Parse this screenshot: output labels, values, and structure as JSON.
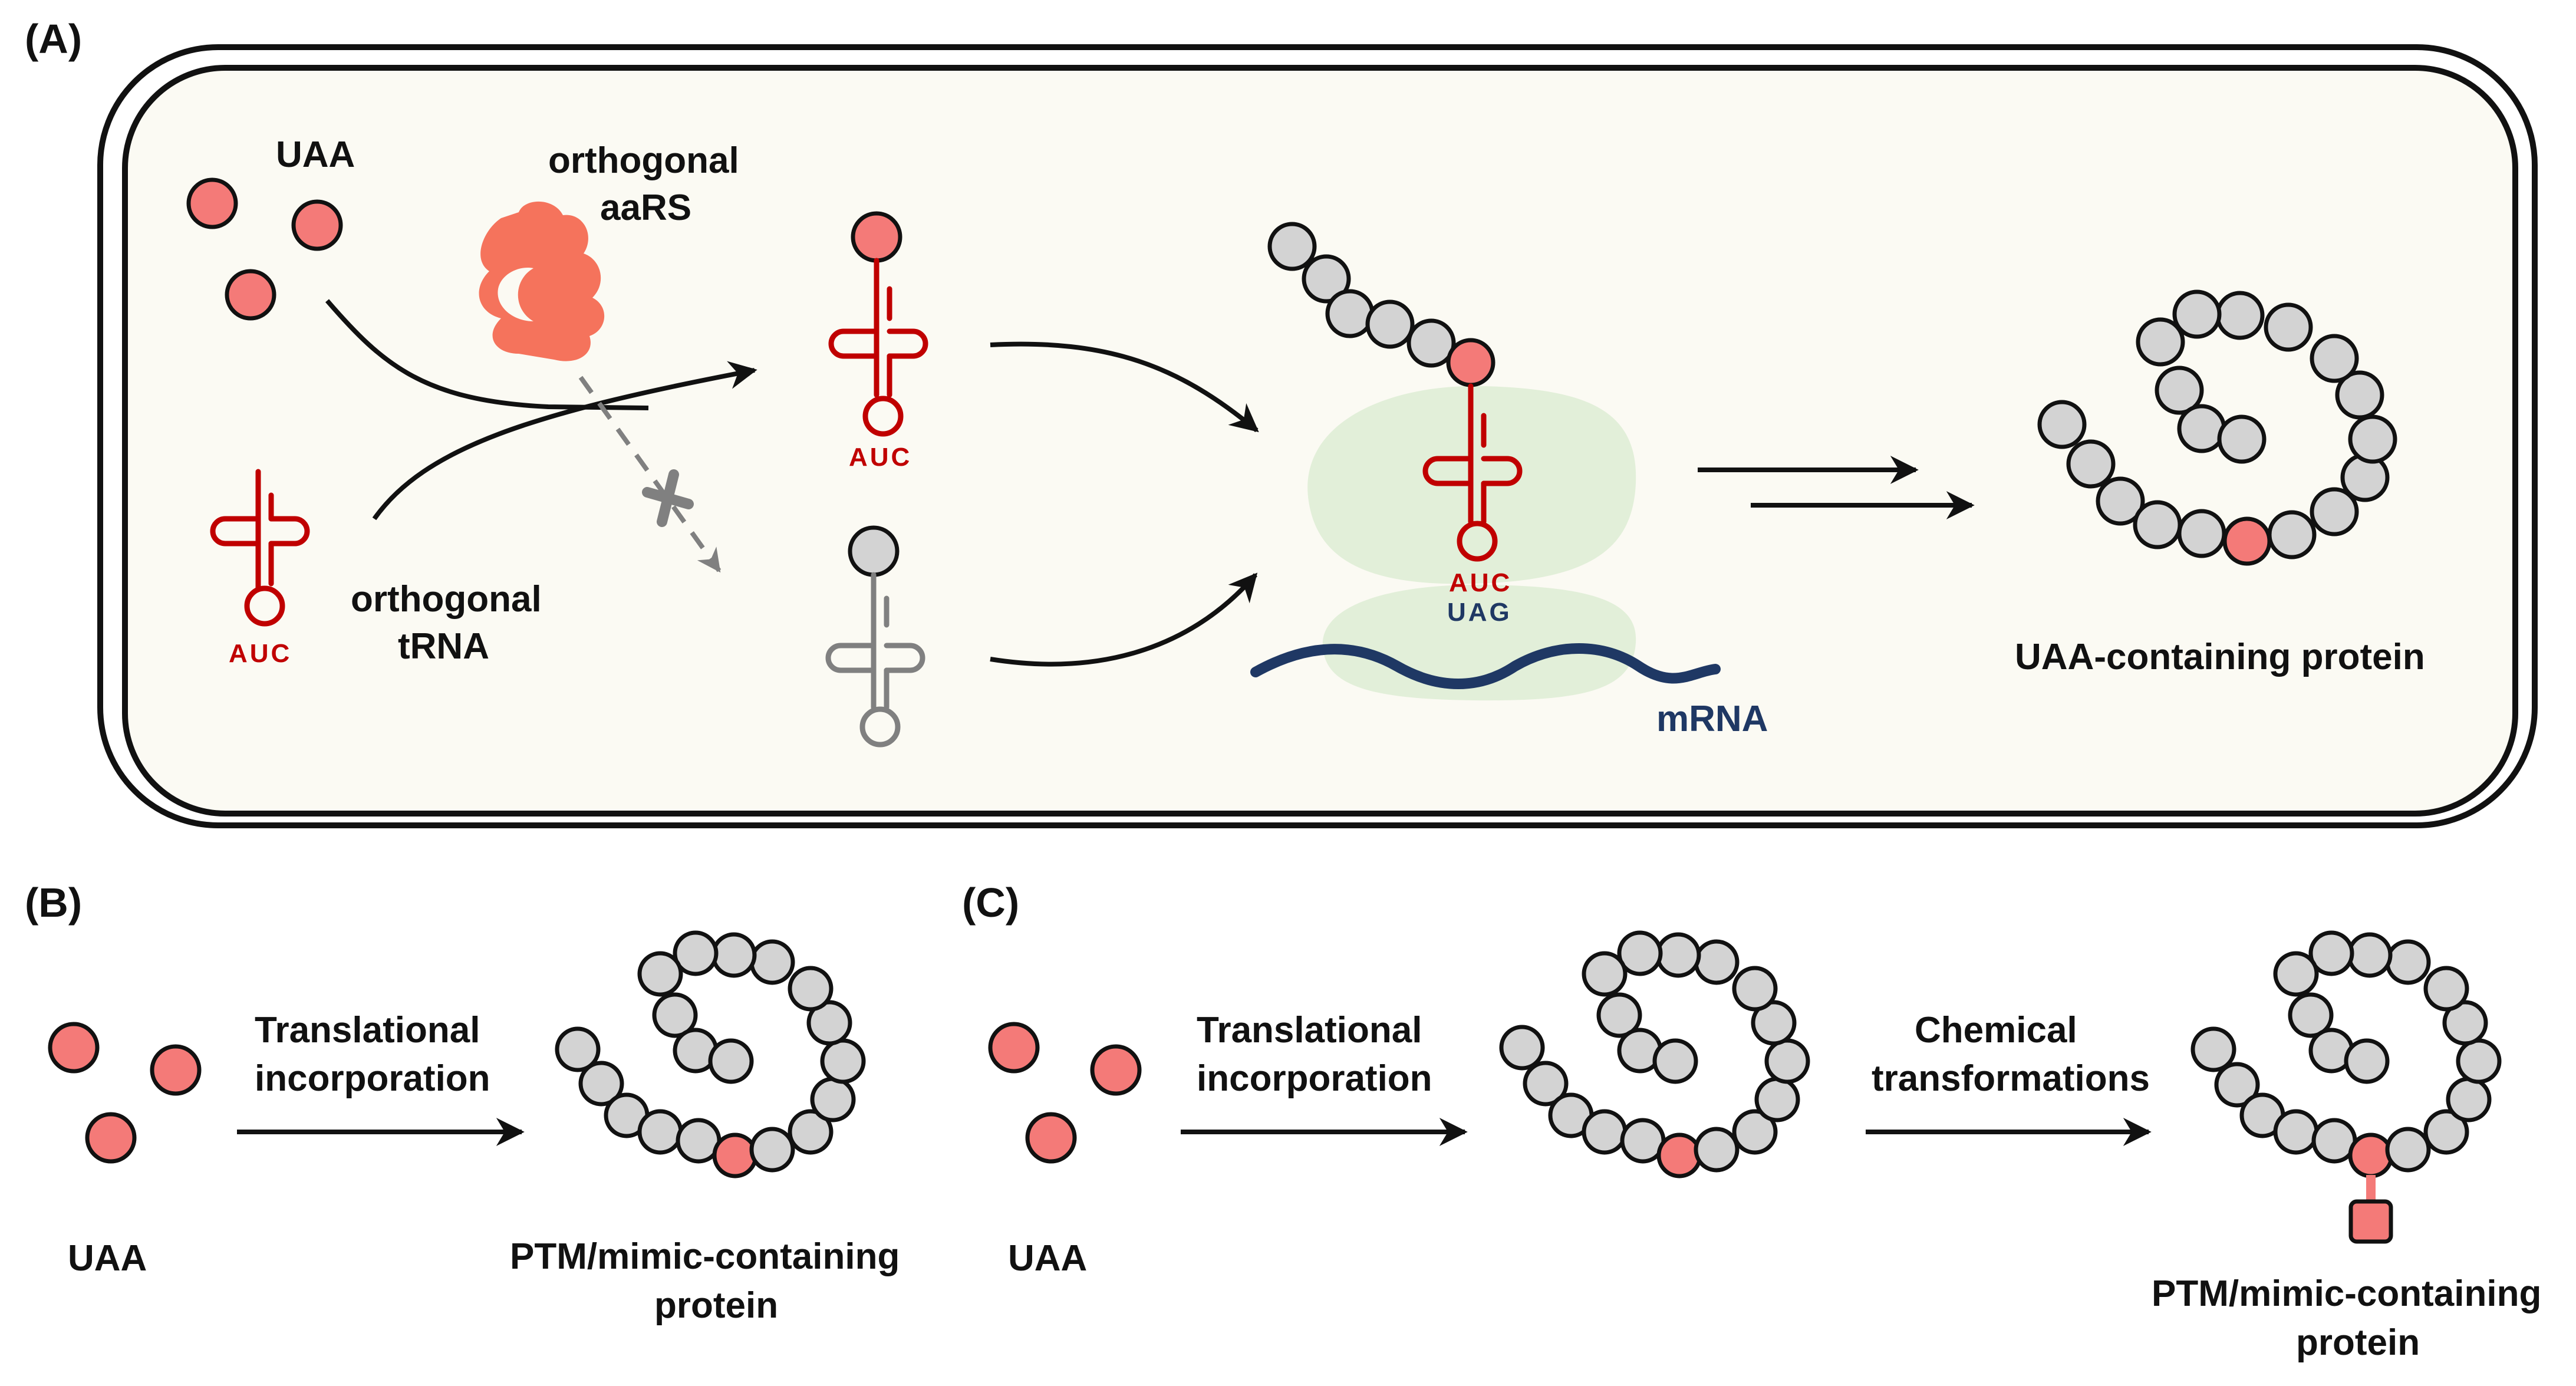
{
  "panels": {
    "a": "(A)",
    "b": "(B)",
    "c": "(C)"
  },
  "panel_a": {
    "uaa": "UAA",
    "aars_line1": "orthogonal",
    "aars_line2": "aaRS",
    "trna_line1": "orthogonal",
    "trna_line2": "tRNA",
    "anticodon": "AUC",
    "codon": "UAG",
    "mrna": "mRNA",
    "product": "UAA-containing protein"
  },
  "panel_b": {
    "uaa": "UAA",
    "step_line1": "Translational",
    "step_line2": "incorporation",
    "product_line1": "PTM/mimic-containing",
    "product_line2": "protein"
  },
  "panel_c": {
    "uaa": "UAA",
    "step1_line1": "Translational",
    "step1_line2": "incorporation",
    "step2_line1": "Chemical",
    "step2_line2": "transformations",
    "product_line1": "PTM/mimic-containing",
    "product_line2": "protein"
  },
  "colors": {
    "uaa": "#f47a78",
    "residue": "#d3d3d3",
    "aars": "#f5735c",
    "trna_charged": "#c00000",
    "trna_endogenous": "#808080",
    "mrna": "#1f3864",
    "ribosome": "#e2efd9",
    "cell": "#fbfaf3",
    "outline": "#111111"
  },
  "icons": {
    "aars": "enzyme-blob-icon",
    "trna": "cloverleaf-trna-icon",
    "blocked": "cross-mark-icon"
  }
}
